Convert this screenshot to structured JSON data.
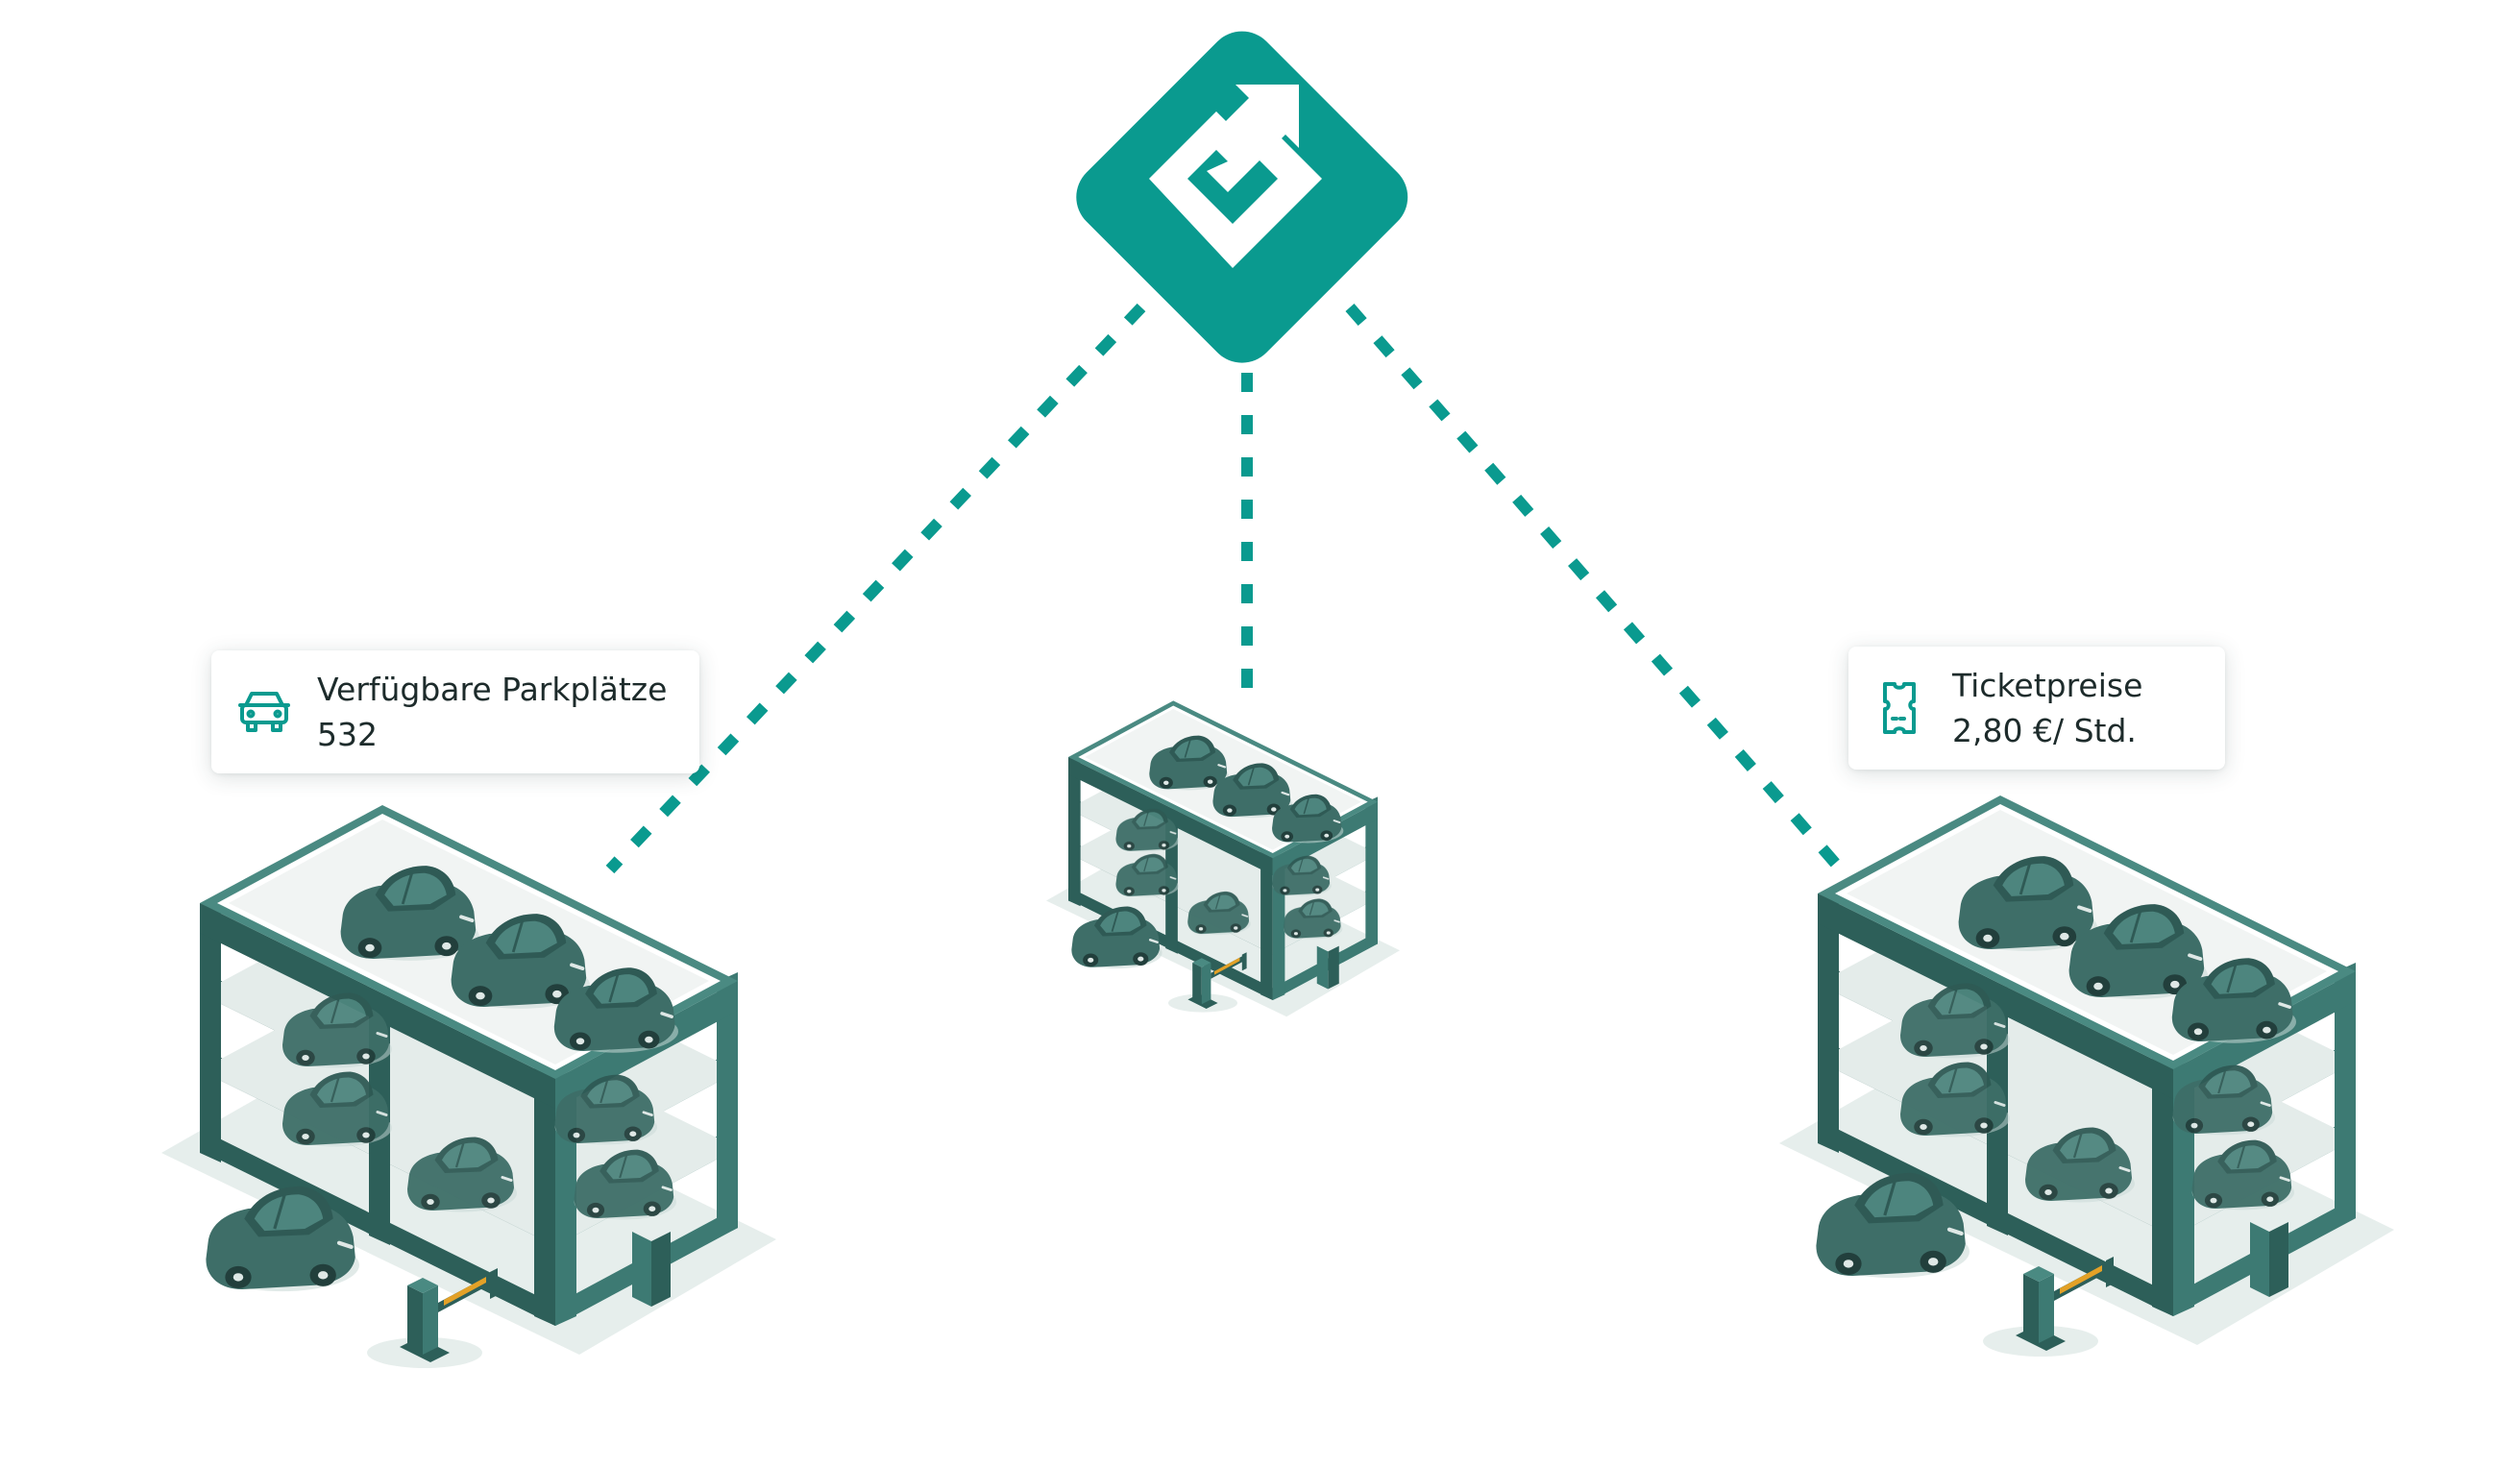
{
  "colors": {
    "accent": "#0a9a8f",
    "structure": "#3d7a73",
    "structure_dark": "#2d5f59",
    "car": "#3e6e68",
    "barrier_stripe": "#e3a127",
    "card_text": "#1d2b2b"
  },
  "hub": {
    "icon": "turn-right-arrow-icon"
  },
  "cards": {
    "available_spaces": {
      "icon": "car-icon",
      "label": "Verfügbare Parkplätze",
      "value": "532"
    },
    "ticket_prices": {
      "icon": "ticket-icon",
      "label": "Ticketpreise",
      "value": "2,80 €/ Std."
    }
  }
}
